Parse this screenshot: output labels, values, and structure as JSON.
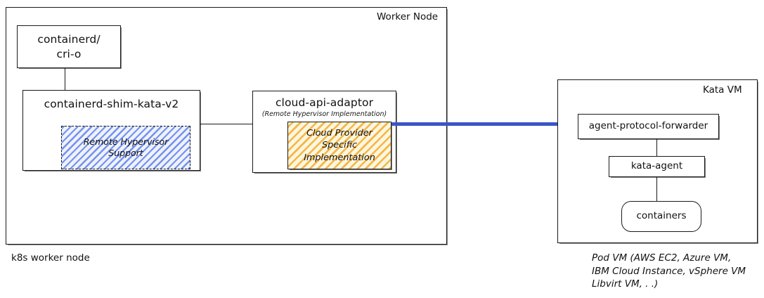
{
  "diagram": {
    "worker_node": {
      "label": "Worker Node",
      "caption": "k8s worker node",
      "boxes": {
        "containerd": {
          "line1": "containerd/",
          "line2": "cri-o"
        },
        "shim": {
          "title": "containerd-shim-kata-v2"
        },
        "remote_hypervisor_support": {
          "line1": "Remote Hypervisor",
          "line2": "Support"
        },
        "adaptor": {
          "title": "cloud-api-adaptor",
          "subtitle": "(Remote Hypervisor Implementation)"
        },
        "cloud_provider_impl": {
          "line1": "Cloud Provider",
          "line2": "Specific",
          "line3": "Implementation"
        }
      }
    },
    "kata_vm": {
      "label": "Kata VM",
      "caption": "Pod VM (AWS EC2, Azure VM,\nIBM Cloud Instance, vSphere VM\nLibvirt VM, . .)",
      "boxes": {
        "forwarder": {
          "title": "agent-protocol-forwarder"
        },
        "kata_agent": {
          "title": "kata-agent"
        },
        "containers": {
          "title": "containers"
        }
      }
    },
    "colors": {
      "link_blue": "#3b55c8",
      "hatch_blue": "#6e8ceb",
      "hatch_orange": "#f5b23c",
      "stroke": "#1a1a1a"
    }
  }
}
